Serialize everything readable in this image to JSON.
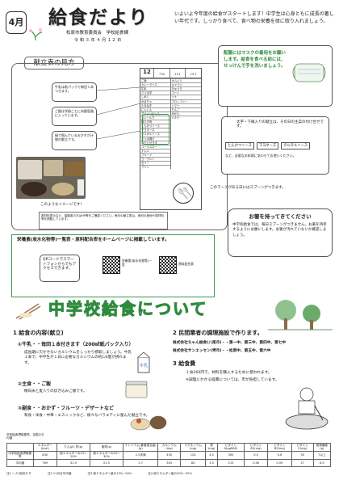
{
  "header": {
    "month": "4月",
    "title": "給食だより",
    "org": "松原市教育委員会　学校給食課",
    "date": "令 和 ３ 年 ４ 月 １２ 日",
    "intro": "いよいよ今年度の給食がスタートします！中学生は心身ともに成長の著しい年代です。しっかり食べて、食べ物の栄養を体に取り入れましょう。"
  },
  "mask_note": "配膳にはマスクの着用をお願いします。給食を食べる前には、せっけんで手を洗いましょう。",
  "menu_guide": {
    "title": "献立表の見方",
    "callouts": [
      "牛乳は紙パックで毎回１本つきます。",
      "ご飯は学級ごとに米飯容器に入っています。",
      "緑で囲んでいるおかずが汁物の献立です。"
    ],
    "calendar": {
      "day_num": "12",
      "kcal": "778",
      "protein": "23.1",
      "salt": "19.7",
      "left_items": [
        "ご飯",
        "カレーライス",
        "牛乳",
        "さつま芋",
        "しめじ",
        "かぼちゃ",
        "たまねぎ",
        "にんじん",
        "グリーンピース",
        "カレールウ",
        "豚ひき肉",
        "とんかつソース",
        "マヨネーズ",
        "タルタルソース",
        "さつま揚げ",
        "ポテトサラダ",
        "コールスロー",
        "ナムル",
        "フルーツ",
        "ヨーグルト",
        "ゼリー",
        "プリン"
      ],
      "right_items": [
        "オムレツ",
        "キャベツ",
        "きゅうり",
        "コーン",
        "ツナ",
        "ブロッコリー",
        "トマト",
        "りんご",
        "みかん",
        "バナナ"
      ]
    }
  },
  "sauce_note": {
    "text": "太字・下線入りの献立は、その日の主菜の付け合せです。",
    "tags": [
      "とんかつソース",
      "マヨネーズ",
      "タルタルソース"
    ],
    "bottom": "など、必要なお料理にあわせてお使いください。"
  },
  "spoon_note": "このマークがある日にはスプーンがつきます。",
  "photo_caption": "このようなイメージです！",
  "allergy_note": "原材料表示など、保護者の方はHP等をご確認ください。毎月の献立表は、食材の産地や原材料等を掲載しています。",
  "chopsticks": {
    "title": "お箸を持ってきてください",
    "text": "中学校給食では、毎日スプーンがつきません。お箸を持参するようにお願いします。お箸が汚れていないか確認しましょう。"
  },
  "web_box": {
    "title": "栄養素(炭水化物等)一覧表・原料配合表をホームページに掲載しています。",
    "qr_text": "QRコードでスマートフォンからでもアクセスできます。",
    "qr1_label": "栄養素(炭水化物等)一覧",
    "qr2_label": "原料配合表"
  },
  "banner": "中学校給食について",
  "sections": {
    "s1": {
      "title": "1 給食の内容(献立)",
      "milk_title": "①牛乳・・毎回１本付きます（200㎖紙パック入り）",
      "milk_text": "成長期に欠かせないカルシウムをしっかり摂取しましょう。牛乳１本で、中学生が１日に必要なカルシウムの約1/4量が摂れます。",
      "staple_title": "②主食・・ご飯",
      "staple_text": "精白米と麦入りの炊き込みご飯です。",
      "side_title": "③副食・・おかず・フルーツ・デザートなど",
      "side_text": "和食・洋食・中華・エスニックなど、様々なバラエティに富んだ献立です。"
    },
    "s2": {
      "title": "2 民間業者の調理施設で作ります。",
      "line1": "株式会社ちゃん給食(八尾市)・・第一中、第三中、第四中、第七中",
      "line2": "株式会社サンエッセン(堺市)・・松原中、第五中、第六中"
    },
    "s3": {
      "title": "3 給食費",
      "line1": "１食260円で、材料を購入するために使われます。",
      "line2": "※調理にかかる経費については、市が負担しています。"
    }
  },
  "nutrition": {
    "headers": [
      "",
      "エネルギー(kcal)",
      "たんぱく質(g)",
      "脂質(g)",
      "ナトリウム(食塩相当量)(g)",
      "カルシウム(mg)",
      "マグネシウム(mg)",
      "鉄(mg)",
      "ビタミンA(μgRAE)",
      "ビタミンB1(mg)",
      "ビタミンB2(mg)",
      "ビタミンC(mg)",
      "食物繊維(g)"
    ],
    "rows": [
      [
        "中学校給食摂取基準",
        "830",
        "総エネルギーの13〜20%",
        "総エネルギーの20〜30%",
        "2.5未満",
        "450",
        "120",
        "4.5",
        "300",
        "0.5",
        "0.6",
        "35",
        "7以上"
      ],
      [
        "平均値",
        "769",
        "31.9",
        "22.5",
        "2.7",
        "305",
        "84",
        "3.5",
        "215",
        "0.46",
        "0.59",
        "27",
        "6.5"
      ]
    ],
    "footnotes": [
      "注1 一人1回あたり",
      "注2 11月分平均値",
      "注3 総エネルギー量の13%~20%",
      "注4 総エネルギー量の20%~30%"
    ],
    "left_note": "学校給食摂取基準、全国の平均値"
  }
}
